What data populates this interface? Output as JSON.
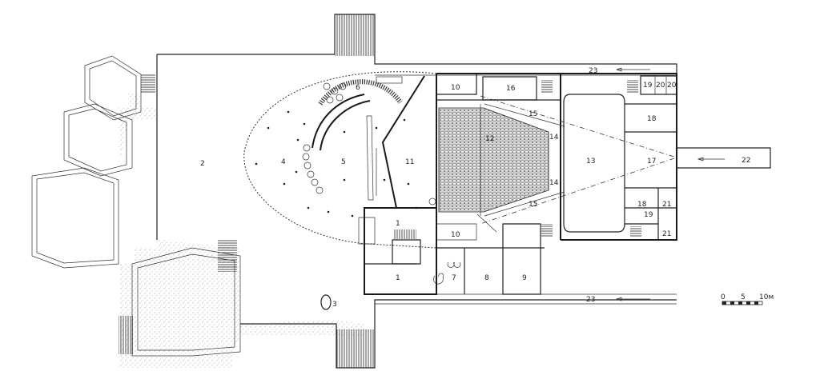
{
  "plan": {
    "room_labels": [
      {
        "id": "lbl-1a",
        "text": "1"
      },
      {
        "id": "lbl-1b",
        "text": "1"
      },
      {
        "id": "lbl-2",
        "text": "2"
      },
      {
        "id": "lbl-3",
        "text": "3"
      },
      {
        "id": "lbl-4",
        "text": "4"
      },
      {
        "id": "lbl-5",
        "text": "5"
      },
      {
        "id": "lbl-6",
        "text": "6"
      },
      {
        "id": "lbl-7",
        "text": "7"
      },
      {
        "id": "lbl-8",
        "text": "8"
      },
      {
        "id": "lbl-9",
        "text": "9"
      },
      {
        "id": "lbl-10a",
        "text": "10"
      },
      {
        "id": "lbl-10b",
        "text": "10"
      },
      {
        "id": "lbl-11",
        "text": "11"
      },
      {
        "id": "lbl-12",
        "text": "12"
      },
      {
        "id": "lbl-13",
        "text": "13"
      },
      {
        "id": "lbl-14a",
        "text": "14"
      },
      {
        "id": "lbl-14b",
        "text": "14"
      },
      {
        "id": "lbl-15a",
        "text": "15"
      },
      {
        "id": "lbl-15b",
        "text": "15"
      },
      {
        "id": "lbl-16",
        "text": "16"
      },
      {
        "id": "lbl-17",
        "text": "17"
      },
      {
        "id": "lbl-18a",
        "text": "18"
      },
      {
        "id": "lbl-18b",
        "text": "18"
      },
      {
        "id": "lbl-19a",
        "text": "19"
      },
      {
        "id": "lbl-19b",
        "text": "19"
      },
      {
        "id": "lbl-20a",
        "text": "20"
      },
      {
        "id": "lbl-20b",
        "text": "20"
      },
      {
        "id": "lbl-21a",
        "text": "21"
      },
      {
        "id": "lbl-21b",
        "text": "21"
      },
      {
        "id": "lbl-22",
        "text": "22"
      },
      {
        "id": "lbl-23a",
        "text": "23"
      },
      {
        "id": "lbl-23b",
        "text": "23"
      }
    ],
    "scale_bar": {
      "ticks": [
        "0",
        "5",
        "10м"
      ]
    }
  }
}
